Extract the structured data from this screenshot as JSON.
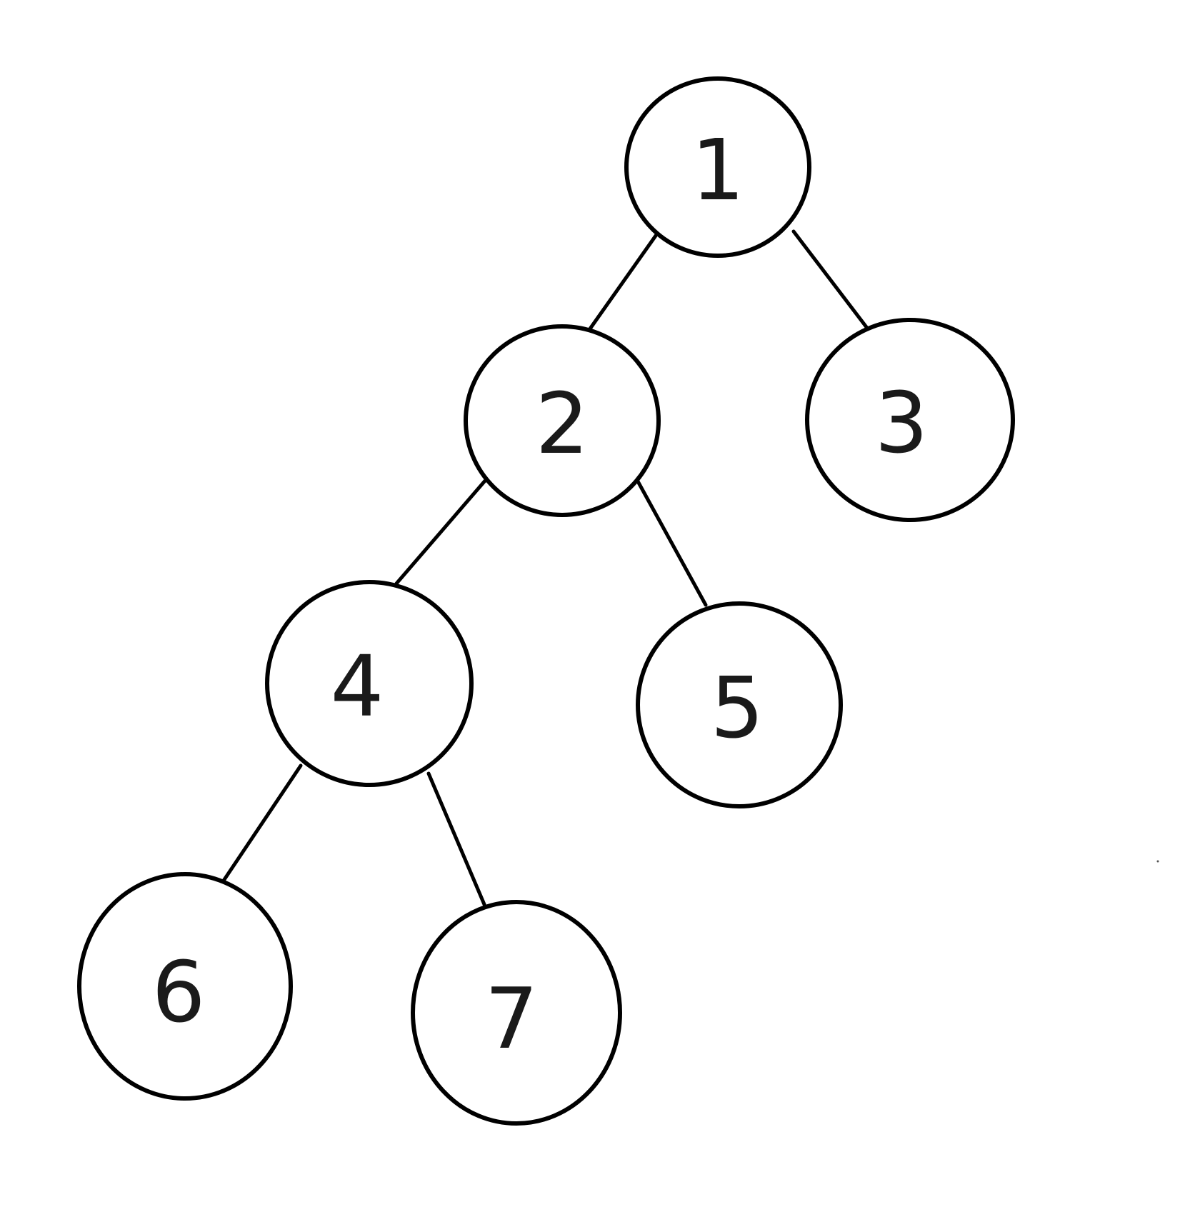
{
  "diagram": {
    "type": "binary-tree",
    "nodes": [
      {
        "id": "n1",
        "label": "1"
      },
      {
        "id": "n2",
        "label": "2"
      },
      {
        "id": "n3",
        "label": "3"
      },
      {
        "id": "n4",
        "label": "4"
      },
      {
        "id": "n5",
        "label": "5"
      },
      {
        "id": "n6",
        "label": "6"
      },
      {
        "id": "n7",
        "label": "7"
      }
    ],
    "edges": [
      {
        "from": "n1",
        "to": "n2"
      },
      {
        "from": "n1",
        "to": "n3"
      },
      {
        "from": "n2",
        "to": "n4"
      },
      {
        "from": "n2",
        "to": "n5"
      },
      {
        "from": "n4",
        "to": "n6"
      },
      {
        "from": "n4",
        "to": "n7"
      }
    ]
  }
}
